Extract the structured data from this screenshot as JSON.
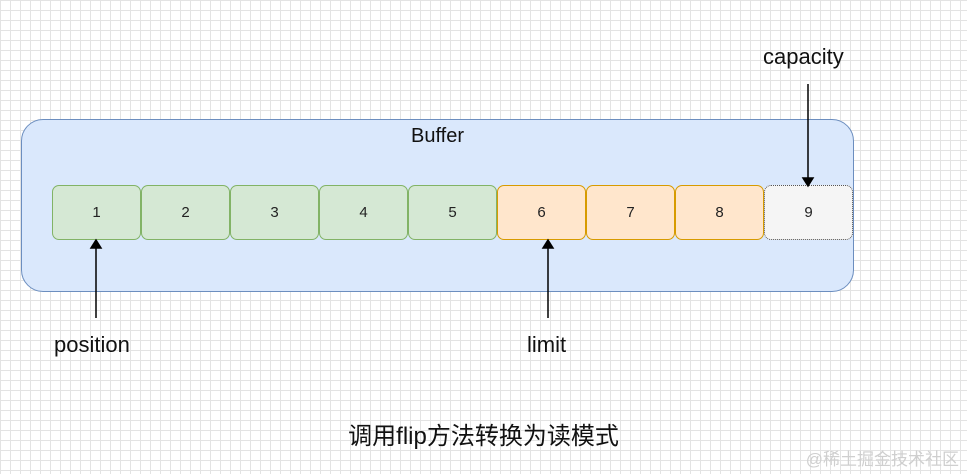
{
  "diagram": {
    "buffer_title": "Buffer",
    "cells": [
      "1",
      "2",
      "3",
      "4",
      "5",
      "6",
      "7",
      "8",
      "9"
    ],
    "pointers": {
      "capacity": "capacity",
      "position": "position",
      "limit": "limit"
    },
    "caption": "调用flip方法转换为读模式",
    "colors": {
      "buffer_fill": "#dae8fc",
      "buffer_stroke": "#6c8ebf",
      "readable_fill": "#d5e8d4",
      "readable_stroke": "#82b366",
      "unread_fill": "#ffe6cc",
      "unread_stroke": "#d79b00",
      "extra_fill": "#f5f5f5"
    }
  },
  "watermark": "@稀土掘金技术社区"
}
